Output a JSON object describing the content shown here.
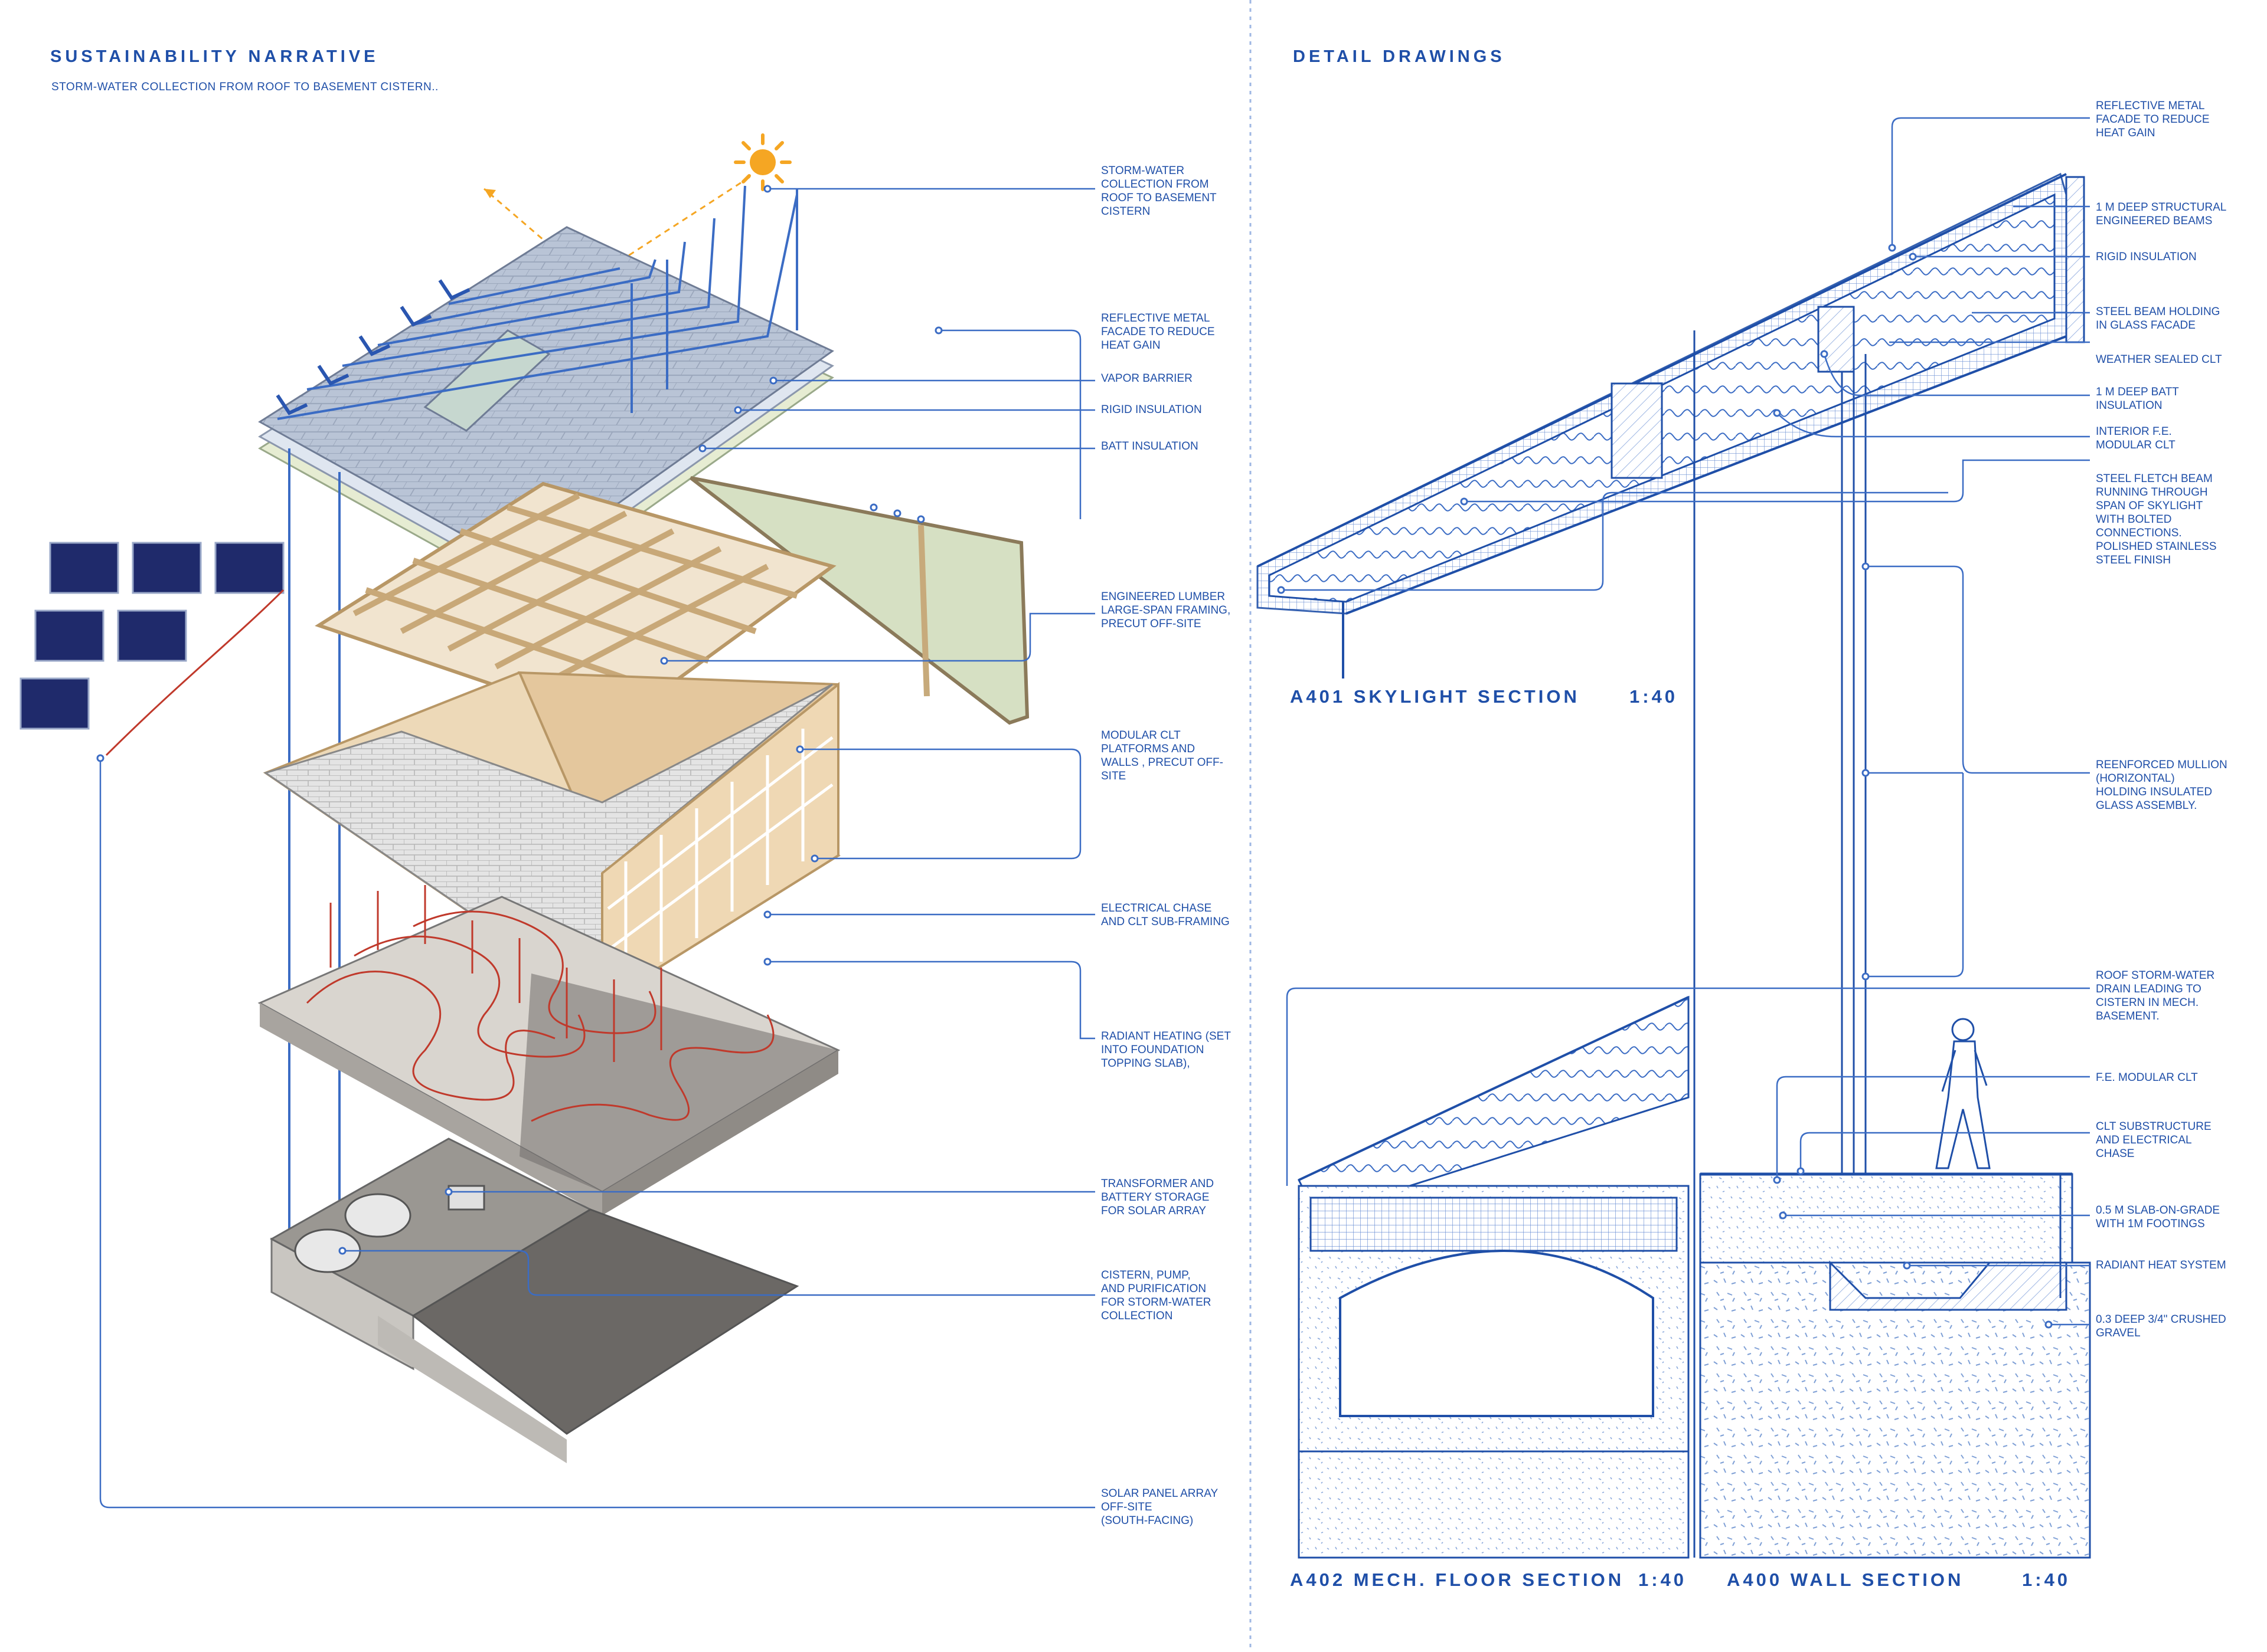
{
  "left": {
    "title": "SUSTAINABILITY NARRATIVE",
    "subtitle": "STORM-WATER COLLECTION FROM ROOF TO BASEMENT CISTERN..",
    "labels": [
      {
        "lines": [
          "STORM-WATER",
          "COLLECTION FROM",
          "ROOF TO BASEMENT",
          "CISTERN"
        ]
      },
      {
        "lines": [
          "REFLECTIVE METAL",
          "FACADE TO REDUCE",
          "HEAT GAIN"
        ]
      },
      {
        "lines": [
          "VAPOR BARRIER"
        ]
      },
      {
        "lines": [
          "RIGID  INSULATION"
        ]
      },
      {
        "lines": [
          "BATT INSULATION"
        ]
      },
      {
        "lines": [
          "ENGINEERED LUMBER",
          "LARGE-SPAN FRAMING,",
          "PRECUT OFF-SITE"
        ]
      },
      {
        "lines": [
          "MODULAR CLT",
          "PLATFORMS AND",
          "WALLS , PRECUT OFF-",
          "SITE"
        ]
      },
      {
        "lines": [
          "ELECTRICAL CHASE",
          "AND CLT SUB-FRAMING"
        ]
      },
      {
        "lines": [
          "RADIANT HEATING (SET",
          "INTO FOUNDATION",
          "TOPPING SLAB),"
        ]
      },
      {
        "lines": [
          "TRANSFORMER AND",
          "BATTERY STORAGE",
          "FOR SOLAR ARRAY"
        ]
      },
      {
        "lines": [
          "CISTERN, PUMP,",
          "AND PURIFICATION",
          "FOR STORM-WATER",
          "COLLECTION"
        ]
      },
      {
        "lines": [
          "SOLAR PANEL ARRAY",
          "OFF-SITE",
          "(SOUTH-FACING)"
        ]
      }
    ]
  },
  "right": {
    "title": "DETAIL DRAWINGS",
    "labels": [
      {
        "lines": [
          "REFLECTIVE METAL",
          "FACADE TO REDUCE",
          "HEAT GAIN"
        ]
      },
      {
        "lines": [
          "1 M DEEP STRUCTURAL",
          "ENGINEERED BEAMS"
        ]
      },
      {
        "lines": [
          "RIGID INSULATION"
        ]
      },
      {
        "lines": [
          "STEEL BEAM HOLDING",
          "IN GLASS FACADE"
        ]
      },
      {
        "lines": [
          "WEATHER SEALED CLT"
        ]
      },
      {
        "lines": [
          "1 M DEEP BATT",
          "INSULATION"
        ]
      },
      {
        "lines": [
          "INTERIOR F.E.",
          "MODULAR CLT"
        ]
      },
      {
        "lines": [
          "STEEL FLETCH BEAM",
          "RUNNING THROUGH",
          "SPAN OF SKYLIGHT",
          "WITH BOLTED",
          "CONNECTIONS.",
          "POLISHED STAINLESS",
          "STEEL FINISH"
        ]
      },
      {
        "lines": [
          "REENFORCED MULLION",
          "(HORIZONTAL)",
          "HOLDING INSULATED",
          "GLASS ASSEMBLY."
        ]
      },
      {
        "lines": [
          "ROOF STORM-WATER",
          "DRAIN LEADING TO",
          "CISTERN IN MECH.",
          "BASEMENT."
        ]
      },
      {
        "lines": [
          "F.E. MODULAR CLT"
        ]
      },
      {
        "lines": [
          "CLT SUBSTRUCTURE",
          "AND ELECTRICAL",
          "CHASE"
        ]
      },
      {
        "lines": [
          "0.5 M SLAB-ON-GRADE",
          "WITH 1M FOOTINGS"
        ]
      },
      {
        "lines": [
          "RADIANT HEAT SYSTEM"
        ]
      },
      {
        "lines": [
          "0.3 DEEP 3/4\" CRUSHED",
          "GRAVEL"
        ]
      }
    ],
    "sections": [
      {
        "name": "A401 SKYLIGHT SECTION",
        "scale": "1:40"
      },
      {
        "name": "A402 MECH. FLOOR SECTION",
        "scale": "1:40"
      },
      {
        "name": "A400 WALL SECTION",
        "scale": "1:40"
      }
    ]
  },
  "colors": {
    "ink": "#1f4fa8",
    "line": "#3b6cc4",
    "heat": "#c0392b",
    "sun": "#f5a623",
    "panel": "#1f2a6b"
  }
}
